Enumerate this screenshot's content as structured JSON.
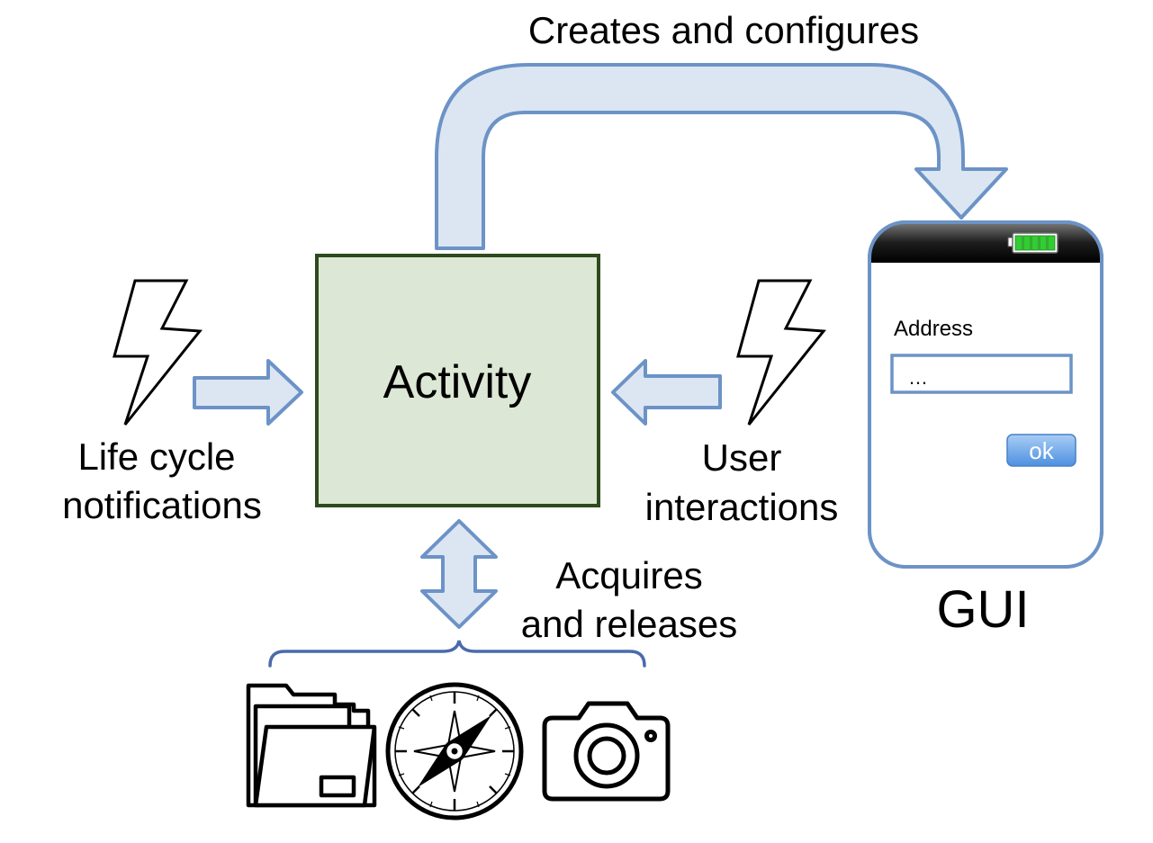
{
  "diagram": {
    "top_label": "Creates and configures",
    "activity_label": "Activity",
    "left_label": [
      "Life cycle",
      "notifications"
    ],
    "right_label": [
      "User",
      "interactions"
    ],
    "bottom_label": [
      "Acquires",
      "and releases"
    ],
    "gui_label": "GUI"
  },
  "phone": {
    "field_label": "Address",
    "field_value": "…",
    "button_label": "ok"
  },
  "resources": [
    "folder-icon",
    "compass-icon",
    "camera-icon"
  ],
  "colors": {
    "arrow_fill": "#dce6f2",
    "arrow_stroke": "#6c93c6",
    "activity_fill": "#dce8d5",
    "activity_stroke": "#2f4a1d",
    "phone_border": "#6c93c6",
    "battery": "#33cc33",
    "ok_button": "#5a9de6"
  }
}
